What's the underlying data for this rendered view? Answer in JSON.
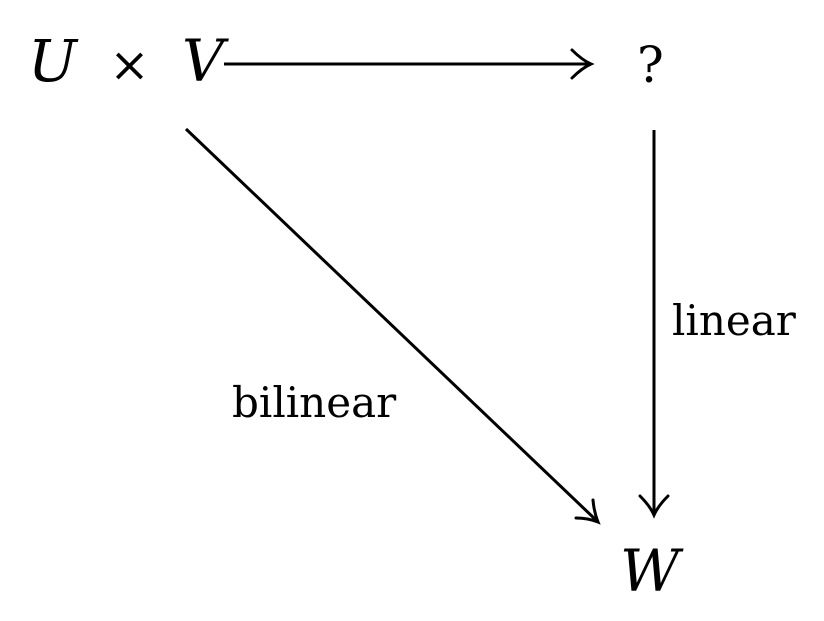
{
  "nodes": {
    "source": {
      "left": "U",
      "op": "×",
      "right": "V"
    },
    "unknown": "?",
    "target": "W"
  },
  "arrows": {
    "diagonal_label": "bilinear",
    "vertical_label": "linear"
  },
  "colors": {
    "ink": "#000000",
    "background": "#ffffff"
  }
}
